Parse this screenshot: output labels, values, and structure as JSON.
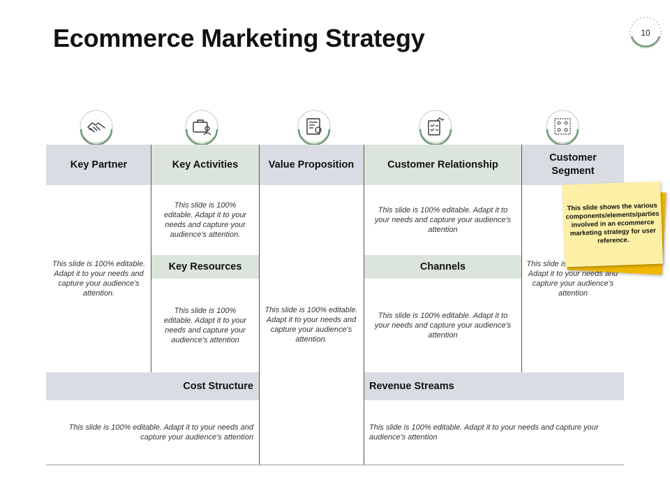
{
  "slide": {
    "title": "Ecommerce Marketing Strategy",
    "page_number": "10"
  },
  "icons": [
    "handshake-icon",
    "briefcase-person-icon",
    "document-presentation-icon",
    "clipboard-handshake-icon",
    "people-grid-icon"
  ],
  "headers": {
    "key_partner": "Key Partner",
    "key_activities": "Key Activities",
    "value_proposition": "Value Proposition",
    "customer_relationship": "Customer Relationship",
    "customer_segment": "Customer Segment",
    "key_resources": "Key Resources",
    "channels": "Channels",
    "cost_structure": "Cost Structure",
    "revenue_streams": "Revenue Streams"
  },
  "body": {
    "key_partner": "This slide is 100% editable. Adapt it to your needs and capture your audience's attention.",
    "key_activities": "This slide is 100% editable. Adapt it to your needs and capture your audience's attention.",
    "value_proposition": "This slide is 100% editable. Adapt it to your needs and capture your audience's attention.",
    "customer_relationship": "This slide is 100% editable. Adapt it to your needs and capture your audience's attention",
    "customer_segment": "This slide is 100% editable. Adapt it to your needs and capture your audience's attention",
    "key_resources": "This slide is 100% editable. Adapt it to your needs and capture your audience's attention",
    "channels": "This slide is 100% editable. Adapt it to your needs and capture your audience's attention",
    "cost_structure": "This slide is 100% editable. Adapt it to your needs and capture your audience's attention",
    "revenue_streams": "This slide is 100% editable. Adapt it to your needs and capture your audience's attention"
  },
  "sticky_note": "This slide shows the various components/elements/parties involved in an ecommerce marketing strategy for user reference.",
  "colors": {
    "header_grey": "#d9dde3",
    "header_green": "#dce5dc",
    "note_yellow": "#fdf0a6",
    "note_gold": "#f0b800"
  }
}
